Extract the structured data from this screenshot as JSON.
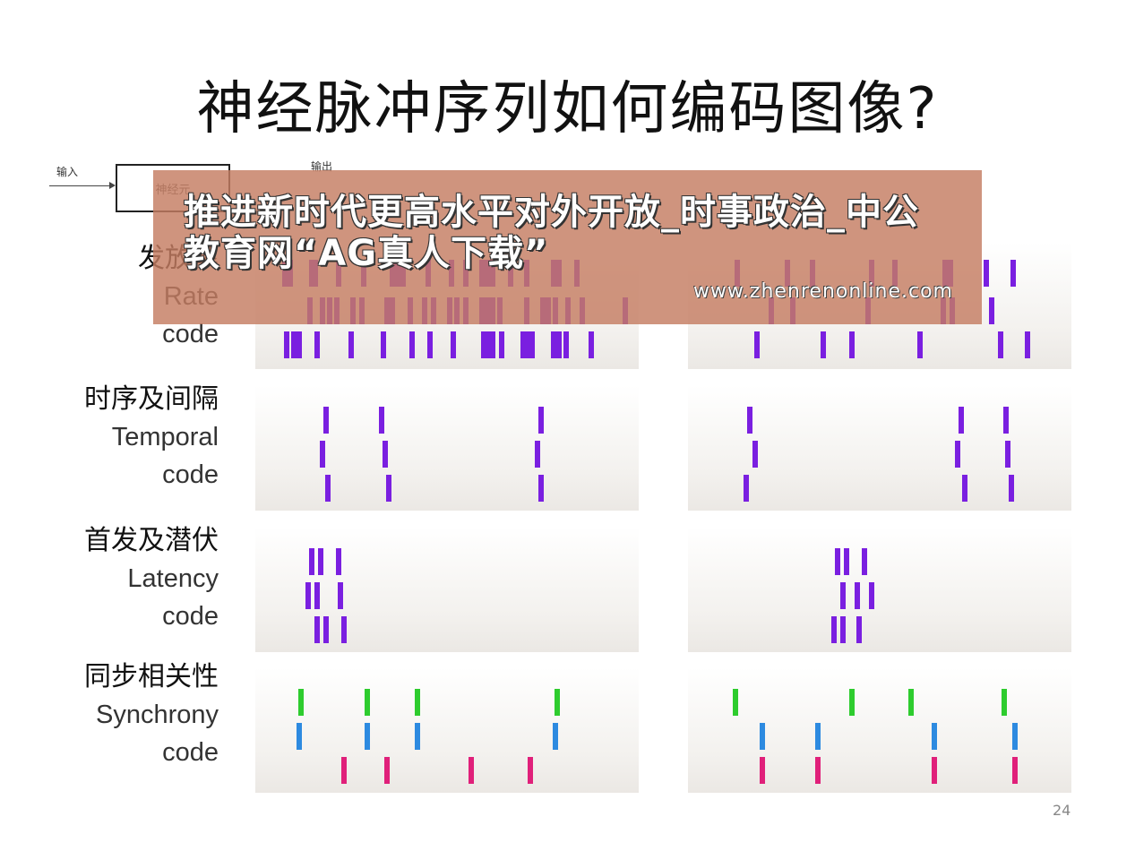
{
  "title": "神经脉冲序列如何编码图像?",
  "diagram": {
    "input_label": "输入",
    "box_label": "神经元",
    "output_label": "输出"
  },
  "rows": [
    {
      "zh": "发放率",
      "en1": "Rate",
      "en2": "code"
    },
    {
      "zh": "时序及间隔",
      "en1": "Temporal",
      "en2": "code"
    },
    {
      "zh": "首发及潜伏",
      "en1": "Latency",
      "en2": "code"
    },
    {
      "zh": "同步相关性",
      "en1": "Synchrony",
      "en2": "code"
    }
  ],
  "colors": {
    "purple": "#7a1fe0",
    "green": "#2ecc2e",
    "blue": "#2d8ae0",
    "magenta": "#e0207a",
    "banner": "#c47d62"
  },
  "banner": {
    "title": "推进新时代更高水平对外开放_时事政治_中公教育网“AG真人下载”",
    "url": "www.zhenrenonline.com"
  },
  "page_number": "24"
}
